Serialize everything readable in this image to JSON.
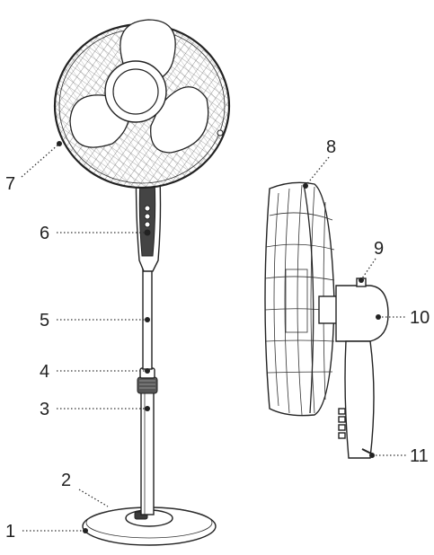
{
  "figure": {
    "labels": [
      "1",
      "2",
      "3",
      "4",
      "5",
      "6",
      "7",
      "8",
      "9",
      "10",
      "11"
    ]
  }
}
